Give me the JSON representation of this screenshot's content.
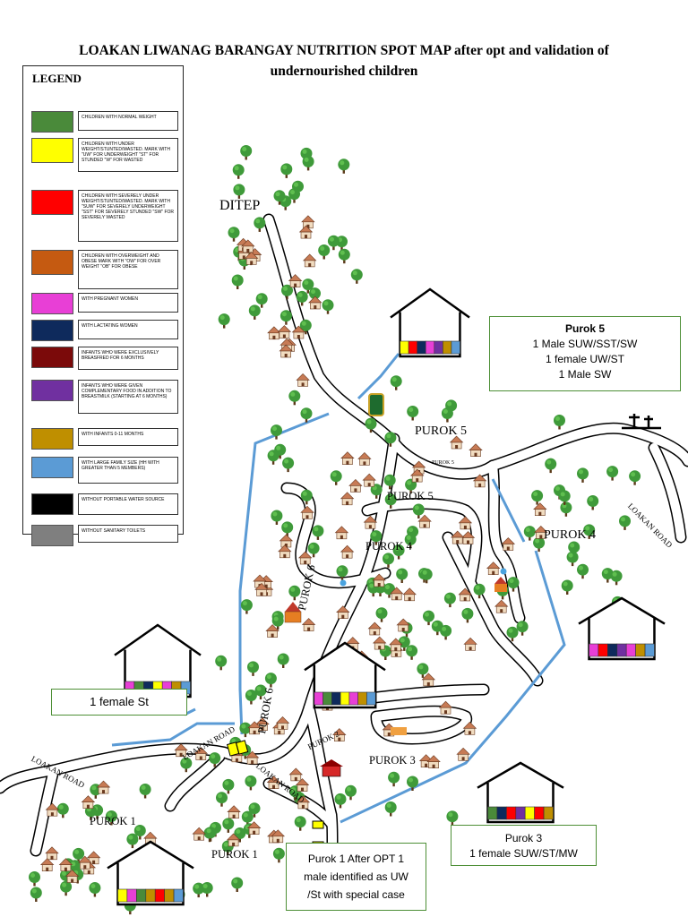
{
  "title": {
    "line1": "LOAKAN LIWANAG BARANGAY NUTRITION SPOT MAP after opt and validation of",
    "line2": "undernourished children"
  },
  "legend": {
    "title": "LEGEND",
    "items": [
      {
        "color": "#4a8a3a",
        "text": "CHILDREN WITH NORMAL WEIGHT"
      },
      {
        "color": "#ffff00",
        "text": "CHILDREN WITH UNDER WEIGHT/STUNTED/WASTED. MARK WITH \"UW\" FOR UNDERWEIGHT \"ST\" FOR STUNDED \"W\" FOR WASTED"
      },
      {
        "color": "#ff0000",
        "text": "CHILDREN WITH SEVERELY UNDER WEIGHT/STUNTED/WASTED. MARK WITH \"SUW\" FOR SEVERELY UNDERWEIGHT \"SST\" FOR SEVERELY STUNDED \"SW\" FOR SEVERELY WASTED"
      },
      {
        "color": "#c55a11",
        "text": "CHILDREN WITH OVERWEIGHT AND OBESE MARK WITH \"OW\" FOR OVER WEIGHT \"OB\" FOR OBESE"
      },
      {
        "color": "#e83fd6",
        "text": "WITH PREGNANT WOMEN"
      },
      {
        "color": "#0e2a5c",
        "text": "WITH LACTATING WOMEN"
      },
      {
        "color": "#7b0a0a",
        "text": "INFANTS WHO WERE EXCLUSIVELY BREASFRED FOR 6 MONTHS"
      },
      {
        "color": "#7030a0",
        "text": "INFANTS WHO WERE GIVEN COMPLEMENTARY FOOD IN ADDITION TO BREASTMILK (STARTING AT 6 MONTHS)"
      },
      {
        "color": "#bf8f00",
        "text": "WITH INFANTS 0-11 MONTHS"
      },
      {
        "color": "#5b9bd5",
        "text": "WITH LARGE FAMILY SIZE (HH WITH GREATER THAN 5 MEMBERS)"
      },
      {
        "color": "#000000",
        "text": "WITHOUT PORTABLE WATER SOURCE"
      },
      {
        "color": "#7f7f7f",
        "text": "WITHOUT SANITARY TOILETS"
      }
    ]
  },
  "places": {
    "ditep": "DITEP",
    "purok5_main": "PUROK 5",
    "purok5_mid": "PUROK 5",
    "purok4_mid": "PUROK 4",
    "purok4_right": "PUROK 4",
    "purok6_a": "PUROK 6",
    "purok6_b": "PUROK 6",
    "purok3": "PUROK 3",
    "purok1_left": "PUROK 1",
    "purok1_bottom": "PUROK 1",
    "loakan_road_left": "LOAKAN ROAD",
    "loakan_road_center": "LOAKAN ROAD",
    "loakan_road_mid": "LOAKAN ROAD",
    "loakan_road_right": "LOAKAN ROAD",
    "purok2": "PUROK 2",
    "purok5_road": "PUROK 5"
  },
  "callouts": {
    "purok5": {
      "title": "Purok 5",
      "lines": [
        "1 Male SUW/SST/SW",
        "1 female UW/ST",
        "1 Male SW"
      ]
    },
    "purok6": {
      "text": "1 female St"
    },
    "purok3": {
      "lines": [
        "Purok 3",
        "1 female SUW/ST/MW"
      ]
    },
    "purok1": {
      "lines": [
        "Purok 1 After OPT 1",
        "male identified as UW",
        "/St with special case"
      ]
    }
  },
  "house_strip_colors": [
    "#4a8a3a",
    "#ffff00",
    "#ff0000",
    "#c55a11",
    "#e83fd6",
    "#0e2a5c",
    "#7b0a0a",
    "#7030a0",
    "#bf8f00",
    "#5b9bd5",
    "#000000",
    "#7f7f7f"
  ],
  "boundary_color": "#5b9bd5"
}
